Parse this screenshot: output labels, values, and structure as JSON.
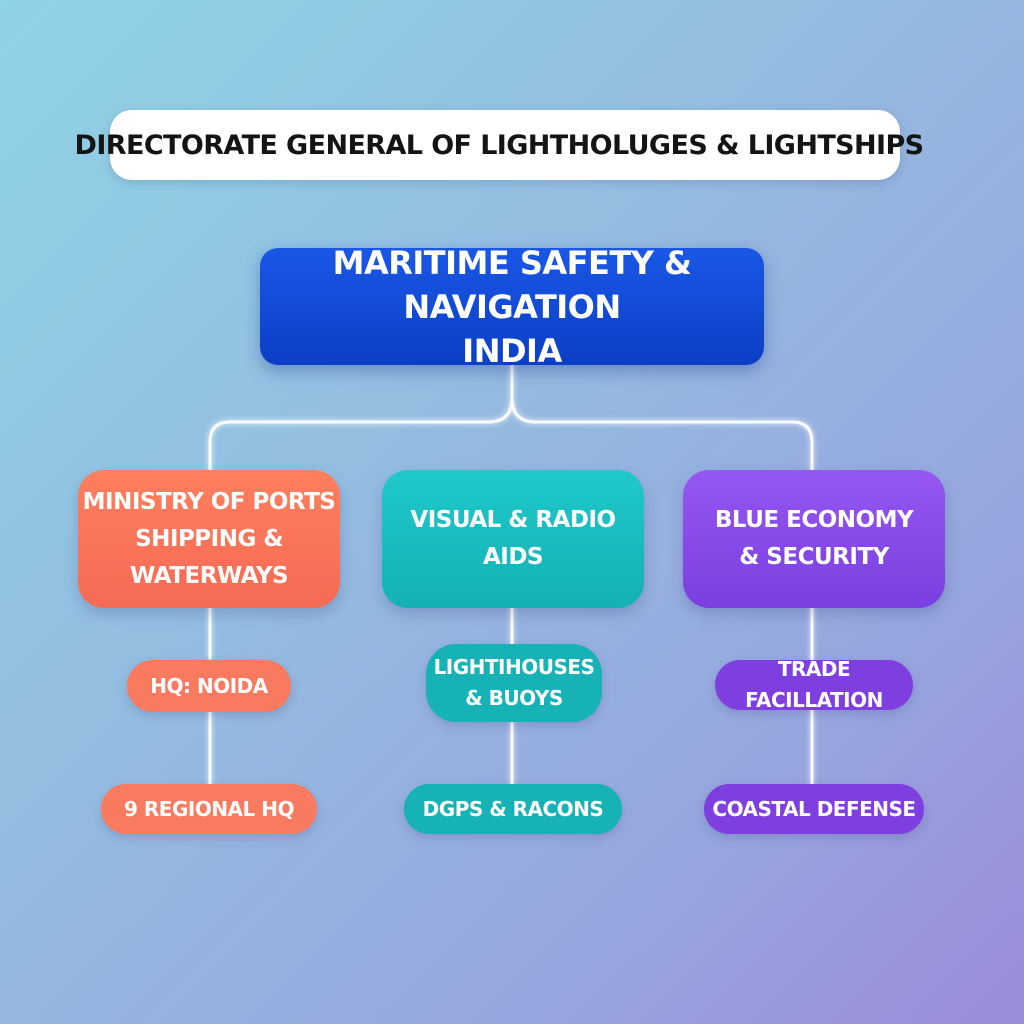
{
  "title": {
    "text": "DIRECTORATE GENERAL OF LIGHTHOLUGES & LIGHTSHIPS",
    "icon": "government-building-icon"
  },
  "root": {
    "label": "MARITIME SAFETY & NAVIGATION\nINDIA",
    "color": "#0b3fc5"
  },
  "categories": [
    {
      "label": "MINISTRY OF PORTS\nSHIPPING & WATERWAYS",
      "color": "#f56a55",
      "items": [
        {
          "label": "HQ: NOIDA"
        },
        {
          "label": "9 REGIONAL HQ"
        }
      ]
    },
    {
      "label": "VISUAL & RADIO\nAIDS",
      "color": "#15b0b4",
      "items": [
        {
          "label": "LIGHTIHOUSES\n& BUOYS"
        },
        {
          "label": "DGPS & RACONS"
        }
      ]
    },
    {
      "label": "BLUE ECONOMY\n& SECURITY",
      "color": "#7a3fe0",
      "items": [
        {
          "label": "TRADE FACILLATION"
        },
        {
          "label": "COASTAL DEFENSE"
        }
      ]
    }
  ]
}
